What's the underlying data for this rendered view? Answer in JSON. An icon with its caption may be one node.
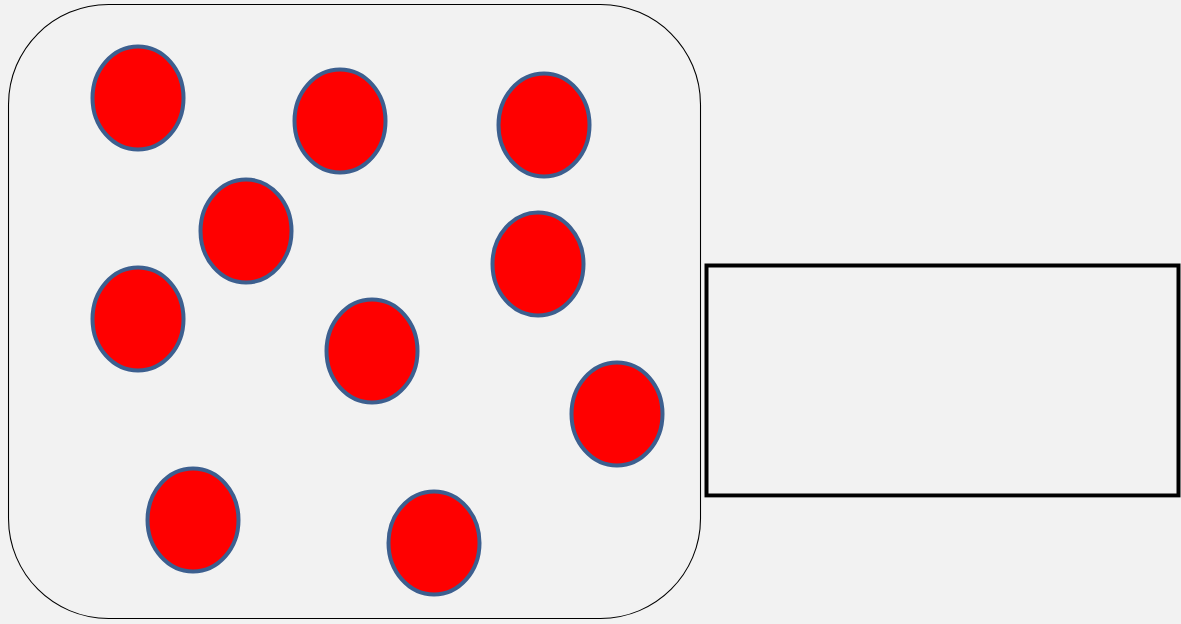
{
  "diagram": {
    "nodes": [
      {
        "text": [],
        "shape": "box"
      },
      {
        "text": [],
        "shape": "circle",
        "in": 0
      },
      {
        "text": [],
        "shape": "circle",
        "in": 0
      },
      {
        "text": [],
        "shape": "circle",
        "in": 0
      },
      {
        "text": [],
        "shape": "circle",
        "in": 0
      },
      {
        "text": [],
        "shape": "circle",
        "in": 0
      },
      {
        "text": [],
        "shape": "circle",
        "in": 0
      },
      {
        "text": [],
        "shape": "circle",
        "in": 0
      },
      {
        "text": [],
        "shape": "circle",
        "in": 0
      },
      {
        "text": [],
        "shape": "circle",
        "in": 0
      },
      {
        "text": [],
        "shape": "circle",
        "in": 0
      },
      {
        "text": [],
        "shape": "box"
      }
    ]
  }
}
